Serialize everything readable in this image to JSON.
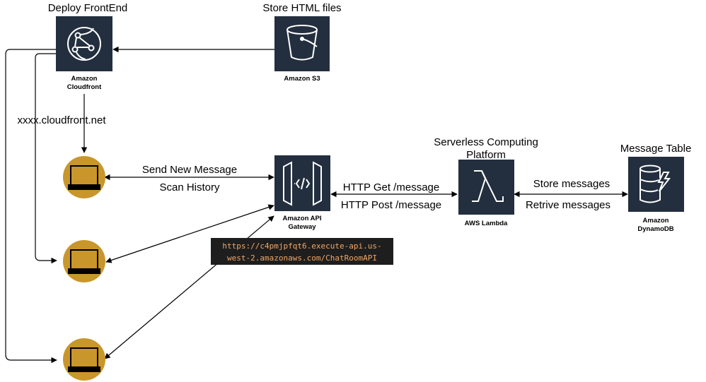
{
  "labels": {
    "deploy_frontend": "Deploy FrontEnd",
    "store_html": "Store HTML files",
    "cloudfront_domain": "xxxx.cloudfront.net",
    "send_new_message": "Send New Message",
    "scan_history": "Scan History",
    "http_get": "HTTP Get /message",
    "http_post": "HTTP Post /message",
    "serverless_line1": "Serverless Computing",
    "serverless_line2": "Platform",
    "message_table": "Message Table",
    "store_messages": "Store messages",
    "retrive_messages": "Retrive messages"
  },
  "services": {
    "cloudfront_line1": "Amazon",
    "cloudfront_line2": "Cloudfront",
    "s3": "Amazon S3",
    "apigw_line1": "Amazon API",
    "apigw_line2": "Gateway",
    "lambda": "AWS Lambda",
    "dynamodb_line1": "Amazon",
    "dynamodb_line2": "DynamoDB"
  },
  "endpoint": {
    "line1": "https://c4pmjpfqt6.execute-api.us-",
    "line2": "west-2.amazonaws.com/ChatRoomAPI"
  },
  "colors": {
    "aws_icon_bg": "#232f3e",
    "client_circle": "#c8962a",
    "endpoint_bg": "#1e1e1e",
    "endpoint_text": "#f2a766"
  }
}
